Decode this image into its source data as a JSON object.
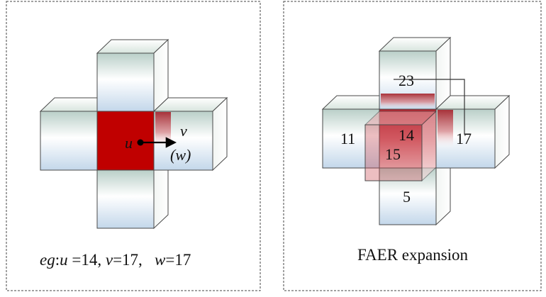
{
  "left_panel": {
    "labels": {
      "u": "u",
      "v": "v",
      "w": "(w)"
    },
    "caption": {
      "eg": "eg",
      "colon": ":",
      "u_var": "u",
      "u_val": " =14, ",
      "v_var": "v",
      "v_val": "=17,   ",
      "w_var": "w",
      "w_val": "=17"
    }
  },
  "right_panel": {
    "labels": {
      "top": "23",
      "left": "11",
      "center": "14",
      "front": "15",
      "right": "17",
      "bottom": "5"
    },
    "caption": "FAER expansion"
  },
  "colors": {
    "selected_cell": "#c00000",
    "expansion_highlight": "#c8444c",
    "arrow": "#000000",
    "panel_border": "#444444"
  }
}
